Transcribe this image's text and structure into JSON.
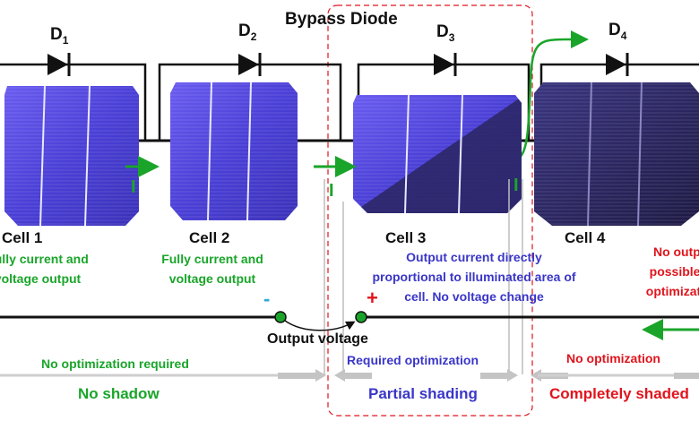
{
  "title": "Bypass Diode",
  "diodes": [
    {
      "letter": "D",
      "index": "1"
    },
    {
      "letter": "D",
      "index": "2"
    },
    {
      "letter": "D",
      "index": "3"
    },
    {
      "letter": "D",
      "index": "4"
    }
  ],
  "current_symbol": "I",
  "cells": [
    {
      "name": "Cell 1",
      "description": [
        "Fully current and",
        "voltage output"
      ],
      "state": "full"
    },
    {
      "name": "Cell 2",
      "description": [
        "Fully current and",
        "voltage output"
      ],
      "state": "full"
    },
    {
      "name": "Cell 3",
      "description": [
        "Output current directly",
        "proportional to illuminated area of",
        "cell. No voltage change"
      ],
      "state": "partial"
    },
    {
      "name": "Cell 4",
      "description": [
        "No output",
        "possible or",
        "optimization"
      ],
      "state": "shaded"
    }
  ],
  "polarity": {
    "minus": "-",
    "plus": "+"
  },
  "output_voltage_label": "Output voltage",
  "optimization_labels": {
    "no_shadow": "No optimization required",
    "partial": "Required optimization",
    "shaded": "No optimization"
  },
  "zones": {
    "no_shadow": "No shadow",
    "partial": "Partial shading",
    "shaded": "Completely shaded"
  },
  "colors": {
    "green": "#1aa52a",
    "blue": "#3a36c8",
    "red": "#e0141c",
    "gray_arrow": "#c8c8c8",
    "cell_light": "#4a3fd6",
    "cell_dark": "#25214f",
    "dashed_box": "#e0141c"
  }
}
